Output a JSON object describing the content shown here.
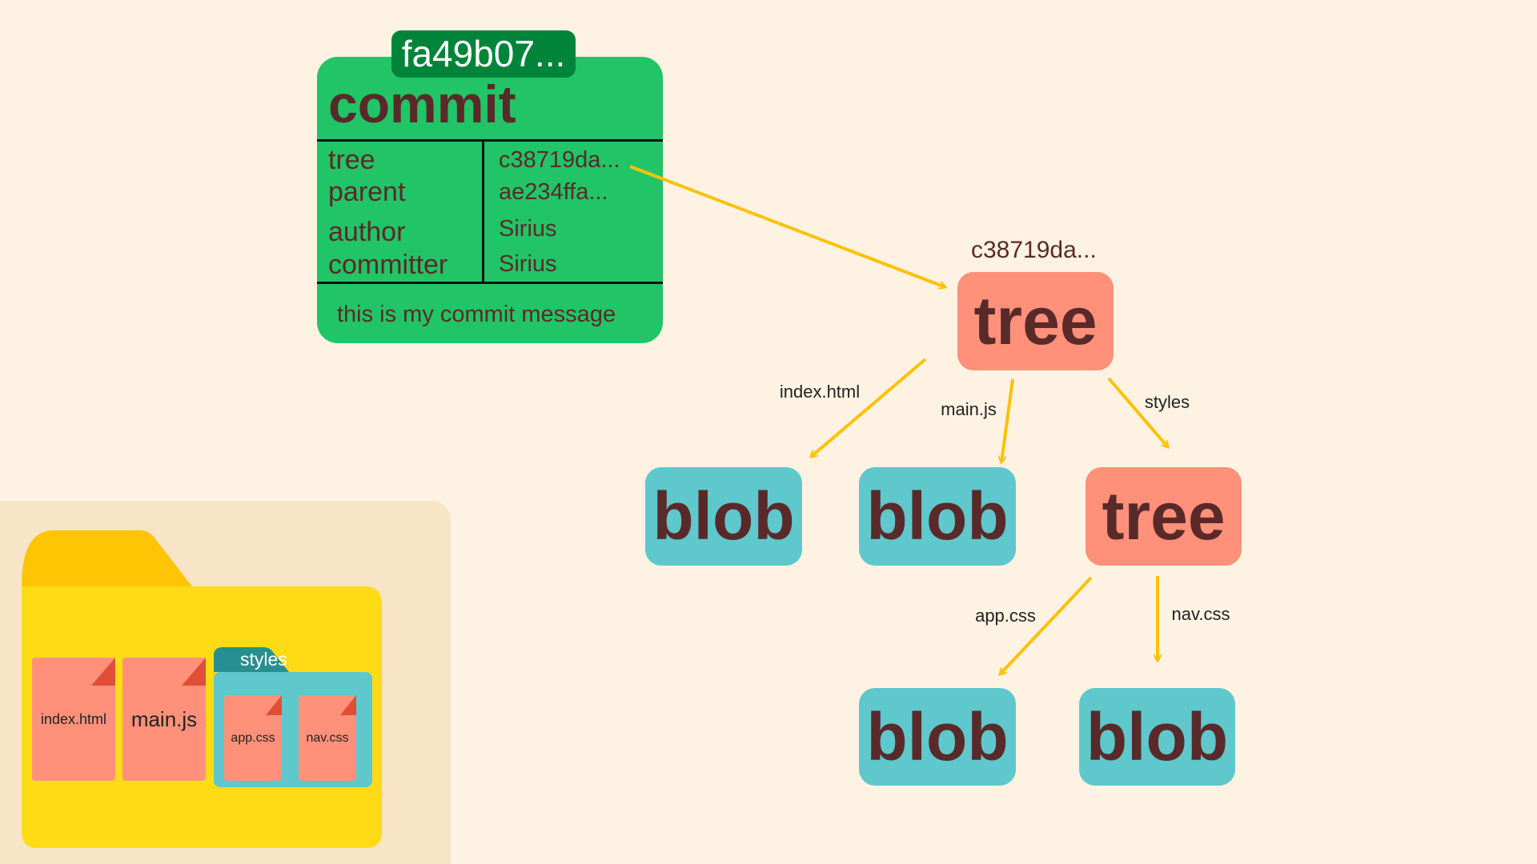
{
  "commit": {
    "hash": "fa49b07...",
    "title": "commit",
    "fields": [
      {
        "key": "tree",
        "value": "c38719da..."
      },
      {
        "key": "parent",
        "value": "ae234ffa..."
      },
      {
        "key": "author",
        "value": "Sirius"
      },
      {
        "key": "committer",
        "value": "Sirius"
      }
    ],
    "message": "this is my commit message"
  },
  "graph": {
    "root_hash": "c38719da...",
    "root_label": "tree",
    "nodes": {
      "blob_index": "blob",
      "blob_main": "blob",
      "tree_styles": "tree",
      "blob_app": "blob",
      "blob_nav": "blob"
    },
    "edges": {
      "index": "index.html",
      "main": "main.js",
      "styles": "styles",
      "app": "app.css",
      "nav": "nav.css"
    }
  },
  "folder": {
    "files": [
      "index.html",
      "main.js"
    ],
    "subfolder": {
      "name": "styles",
      "files": [
        "app.css",
        "nav.css"
      ]
    }
  },
  "colors": {
    "arrow": "#ffc107",
    "blob": "#5ec8cc",
    "tree": "#ff9079",
    "commit": "#21c466"
  }
}
